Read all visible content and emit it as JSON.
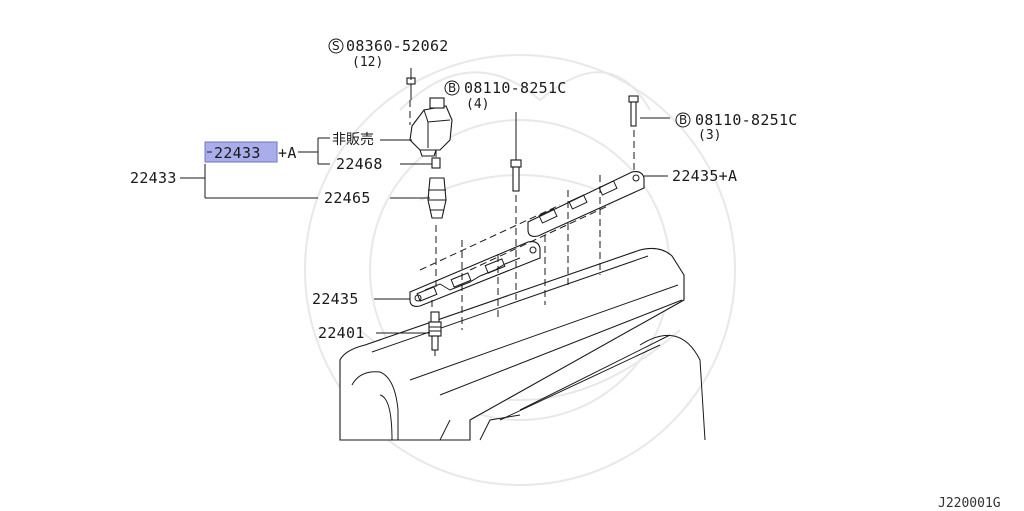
{
  "colors": {
    "highlight": "#a9aeea",
    "line": "#1a1a1a",
    "watermark": "#e8e8e8"
  },
  "parts": {
    "assembly_main": "22433",
    "assembly_highlight": "22433",
    "plus_a": "+A",
    "not_sold": "非販売",
    "spacer": "22468",
    "boot": "22465",
    "cover_top": "22435+A",
    "cover": "22435",
    "spark_plug": "22401"
  },
  "bolts": [
    {
      "symbol": "S",
      "code": "08360-52062",
      "qty": "(12)"
    },
    {
      "symbol": "B",
      "code": "08110-8251C",
      "qty": "(4)"
    },
    {
      "symbol": "B",
      "code": "08110-8251C",
      "qty": "(3)"
    }
  ],
  "diagram_code": "J220001G",
  "icons": [
    "ignition-coil-icon",
    "spark-plug-icon",
    "bolt-icon",
    "engine-head-icon"
  ]
}
